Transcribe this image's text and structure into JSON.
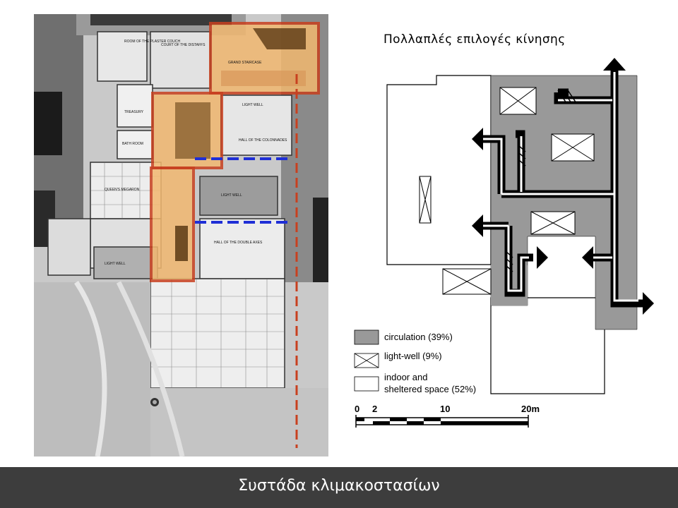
{
  "slide": {
    "footer_title": "Συστάδα κλιμακοστασίων",
    "right_title": "Πολλαπλές επιλογές κίνησης"
  },
  "plan_labels": {
    "room_plaster_couch": "ROOM OF THE PLASTER COUCH",
    "court_distaffs": "COURT OF THE DISTAFFS",
    "grand_staircase": "GRAND STAIRCASE",
    "treasury": "TREASURY",
    "light_well": "LIGHT WELL",
    "hall_colonnades": "HALL OF THE COLONNADES",
    "bath_room": "BATH ROOM",
    "queens_megaron": "QUEEN'S MEGARON",
    "light_well_2": "LIGHT WELL",
    "light_well_3": "LIGHT WELL",
    "hall_double_axes": "HALL OF THE DOUBLE AXES"
  },
  "legend": [
    {
      "label": "circulation (39%)",
      "swatch": "#999999"
    },
    {
      "label": "light-well (9%)",
      "swatch": "light-well-box"
    },
    {
      "label": "indoor and",
      "swatch": "#ffffff"
    },
    {
      "label": "sheltered space (52%)",
      "swatch": "none"
    }
  ],
  "scale_bar": {
    "ticks": [
      "0",
      "2",
      "10",
      "20m"
    ]
  },
  "colors": {
    "staircase_outline": "#c8401f",
    "staircase_fill": "#f2b870",
    "blue_dash": "#1f2fd6",
    "red_dash": "#c8401f",
    "circulation": "#999999",
    "footer": "#3d3d3d"
  },
  "icons": [
    "arrow-up-icon",
    "arrow-left-icon",
    "arrow-right-icon",
    "light-well-box-icon"
  ]
}
